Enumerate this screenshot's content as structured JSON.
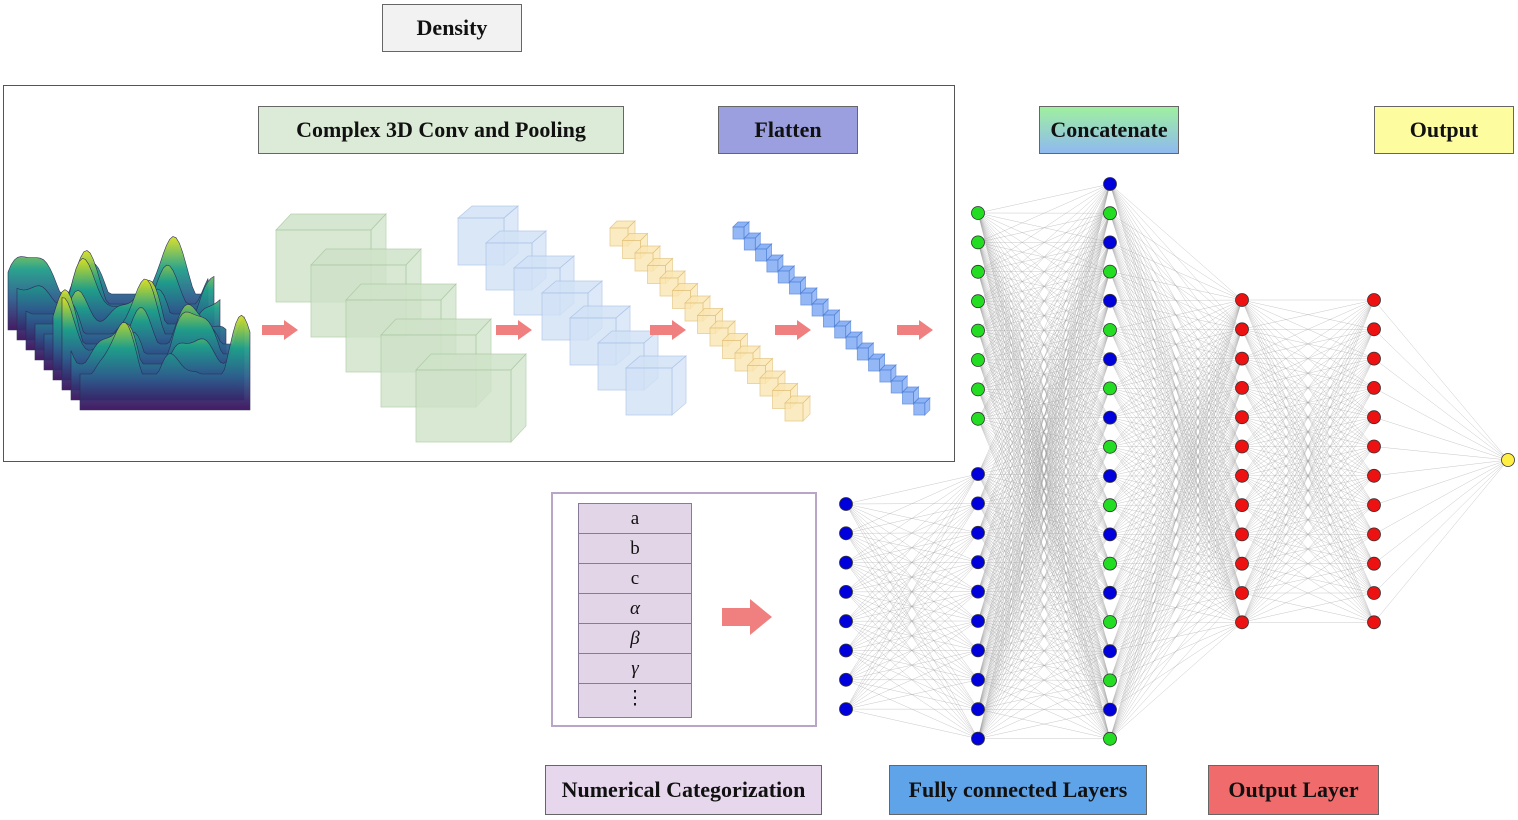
{
  "labels": {
    "density": "Density",
    "conv": "Complex 3D Conv and Pooling",
    "flatten": "Flatten",
    "concatenate": "Concatenate",
    "output": "Output",
    "numerical": "Numerical Categorization",
    "fully_connected": "Fully connected Layers",
    "output_layer": "Output Layer"
  },
  "params": [
    "a",
    "b",
    "c",
    "α",
    "β",
    "γ",
    "⋮"
  ],
  "colors": {
    "green_node": "#22dd22",
    "blue_node": "#0000dd",
    "red_node": "#ee1111",
    "yellow_node": "#ffee44",
    "arrow": "#f08080",
    "conv_fill": "#cfe3c9",
    "pool_fill": "#d2e2f6",
    "yellow_fill": "#fbe7b3",
    "flat_fill": "#7aa6f5"
  }
}
